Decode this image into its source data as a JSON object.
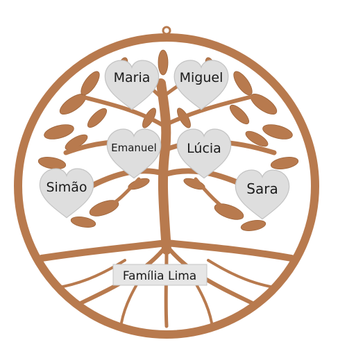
{
  "ornament": {
    "wood_color": "#b87a4e",
    "wood_dark": "#9c6238",
    "heart_color": "#dedede",
    "plaque_color": "#e6e6e6",
    "hearts": [
      {
        "id": "maria",
        "name": "Maria"
      },
      {
        "id": "miguel",
        "name": "Miguel"
      },
      {
        "id": "emanuel",
        "name": "Emanuel"
      },
      {
        "id": "lucia",
        "name": "Lúcia"
      },
      {
        "id": "simao",
        "name": "Simão"
      },
      {
        "id": "sara",
        "name": "Sara"
      }
    ],
    "plaque": {
      "text": "Família Lima"
    }
  }
}
